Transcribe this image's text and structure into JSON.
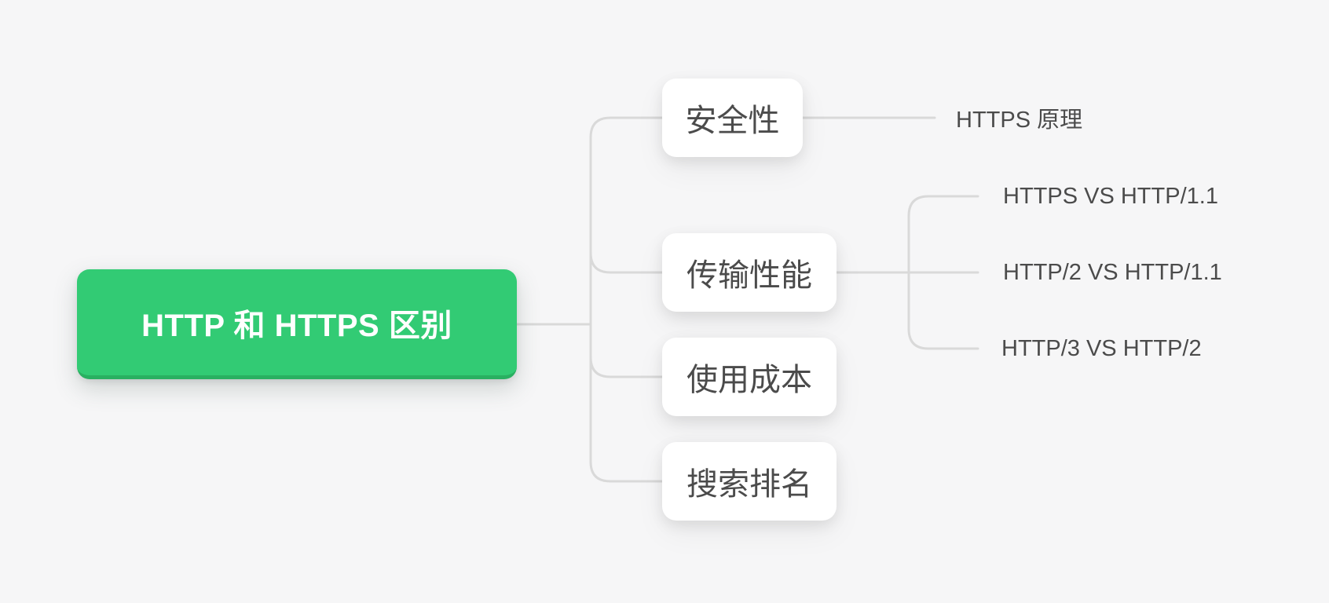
{
  "canvas": {
    "background_color": "#f6f6f7",
    "connector_color": "#d9d9d9"
  },
  "mindmap": {
    "root": {
      "label": "HTTP 和 HTTPS 区别",
      "fill_color": "#32cb74",
      "border_color": "#29b061",
      "text_color": "#ffffff"
    },
    "branches": [
      {
        "id": "security",
        "label": "安全性",
        "children": [
          {
            "label": "HTTPS 原理"
          }
        ]
      },
      {
        "id": "performance",
        "label": "传输性能",
        "children": [
          {
            "label": "HTTPS VS HTTP/1.1"
          },
          {
            "label": "HTTP/2 VS HTTP/1.1"
          },
          {
            "label": "HTTP/3 VS HTTP/2"
          }
        ]
      },
      {
        "id": "cost",
        "label": "使用成本",
        "children": []
      },
      {
        "id": "ranking",
        "label": "搜索排名",
        "children": []
      }
    ],
    "node_text_color": "#4b4b4b"
  }
}
